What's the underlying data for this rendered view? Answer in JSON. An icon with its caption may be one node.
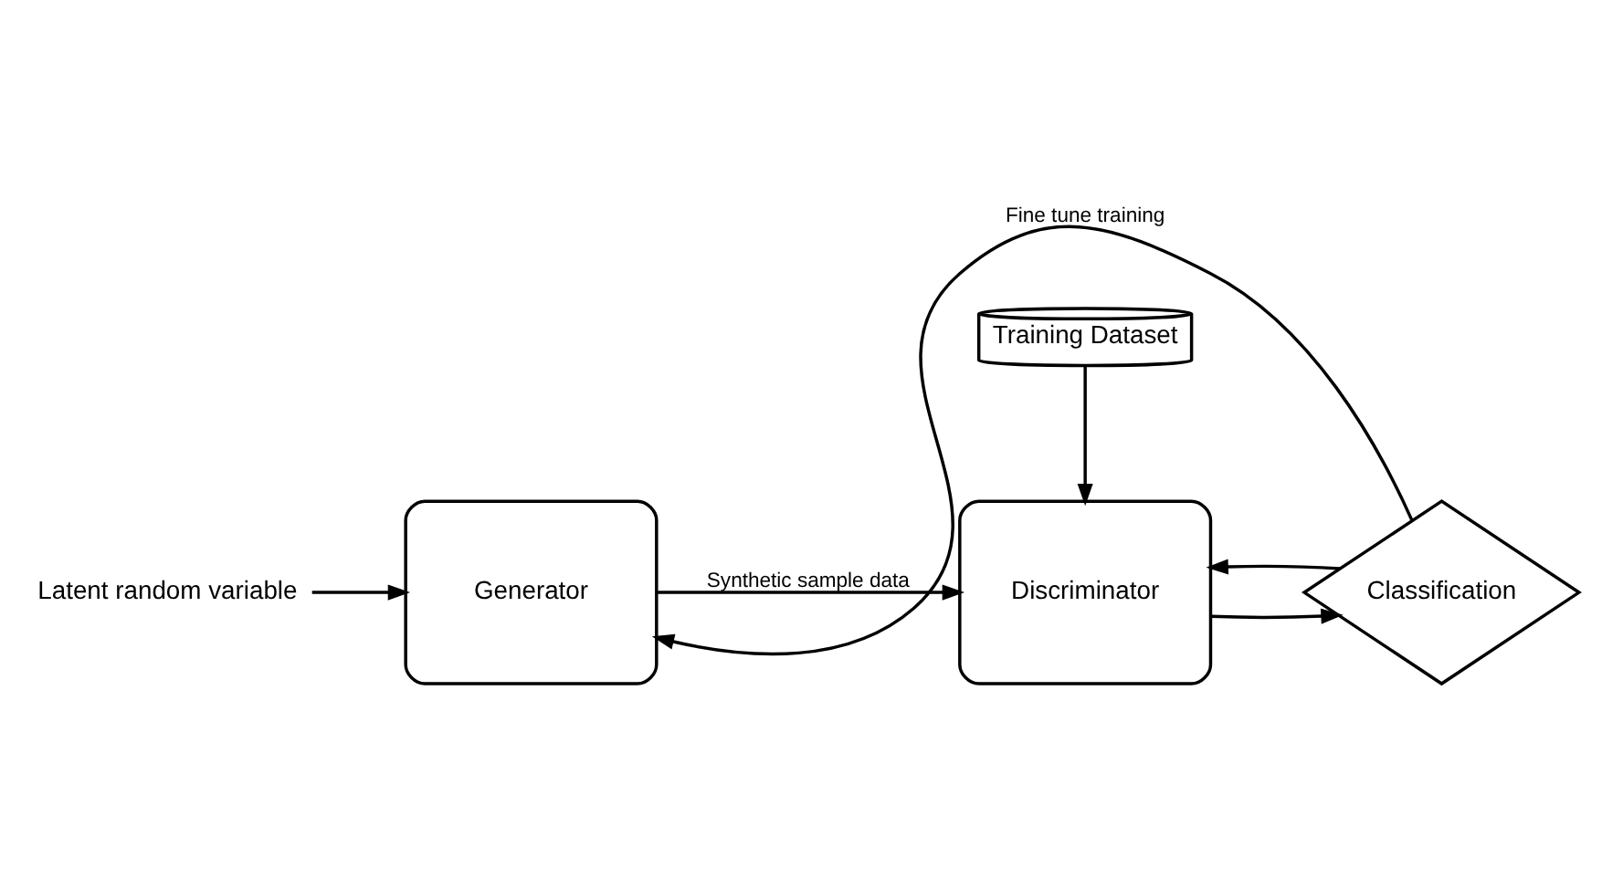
{
  "diagram": {
    "nodes": [
      {
        "text": [
          "Latent random variable"
        ]
      },
      {
        "text": [
          "Generator"
        ]
      },
      {
        "text": [
          "Training Dataset"
        ]
      },
      {
        "text": [
          "Discriminator"
        ]
      },
      {
        "text": [
          "Classification"
        ]
      }
    ],
    "edges": [
      {
        "from": 0,
        "to": 1,
        "arrow": "to"
      },
      {
        "from": 1,
        "to": 3,
        "arrow": "to",
        "label": "Synthetic sample data"
      },
      {
        "from": 2,
        "to": 3,
        "arrow": "to"
      },
      {
        "from": 3,
        "to": 4,
        "arrow": "to"
      },
      {
        "from": 4,
        "to": 3,
        "arrow": "to"
      },
      {
        "from": 4,
        "to": 1,
        "arrow": "to",
        "label": "Fine tune training"
      }
    ]
  }
}
